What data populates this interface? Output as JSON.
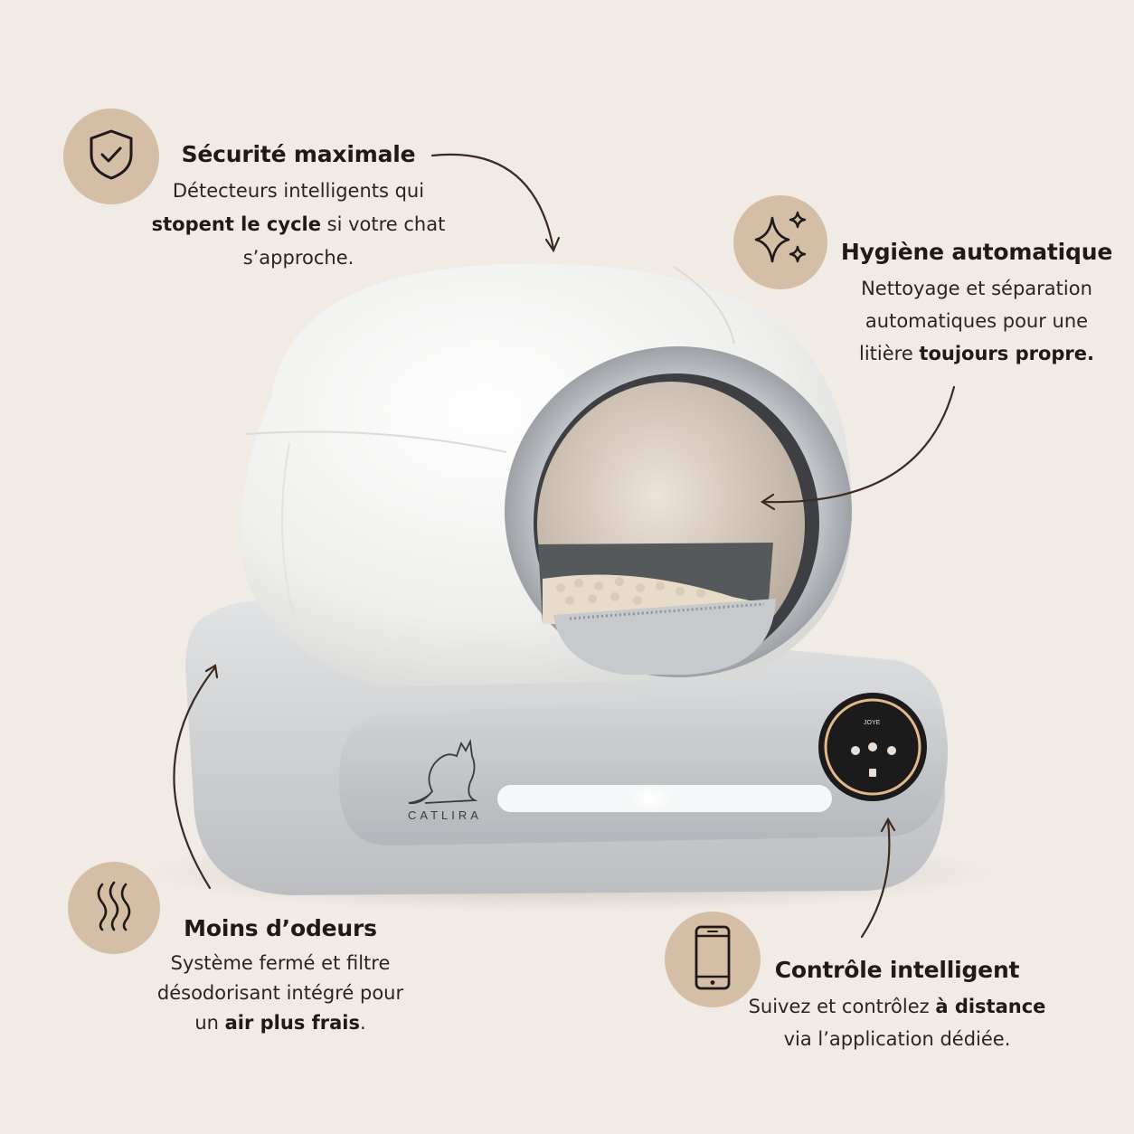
{
  "colors": {
    "background": "#f1ebe6",
    "badge": "#d4bfa6",
    "icon_stroke": "#1f1a17",
    "arrow": "#3b2a20",
    "device_white": "#f4f3f1",
    "device_gray": "#c9cbcd"
  },
  "device": {
    "brand": "CATLIRA",
    "panel_label": "JOYE"
  },
  "features": [
    {
      "id": "securite",
      "icon": "shield-check-icon",
      "title": "Sécurité maximale",
      "lines": [
        {
          "text": "Détecteurs intelligents qui"
        },
        {
          "bold": "stopent le cycle",
          "text": " si votre chat"
        },
        {
          "text": "s’approche."
        }
      ]
    },
    {
      "id": "hygiene",
      "icon": "sparkles-icon",
      "title": "Hygiène automatique",
      "lines": [
        {
          "text": "Nettoyage et séparation"
        },
        {
          "text": "automatiques pour une"
        },
        {
          "text": "litière ",
          "bold": "toujours propre."
        }
      ]
    },
    {
      "id": "odeurs",
      "icon": "odor-waves-icon",
      "title": "Moins d’odeurs",
      "lines": [
        {
          "text": "Système fermé et filtre"
        },
        {
          "text": "désodorisant intégré pour"
        },
        {
          "text": "un ",
          "bold": "air plus frais",
          "after": "."
        }
      ]
    },
    {
      "id": "controle",
      "icon": "smartphone-icon",
      "title": "Contrôle intelligent",
      "lines": [
        {
          "text": "Suivez et contrôlez ",
          "bold": "à distance"
        },
        {
          "text": "via l’application dédiée."
        }
      ]
    }
  ]
}
